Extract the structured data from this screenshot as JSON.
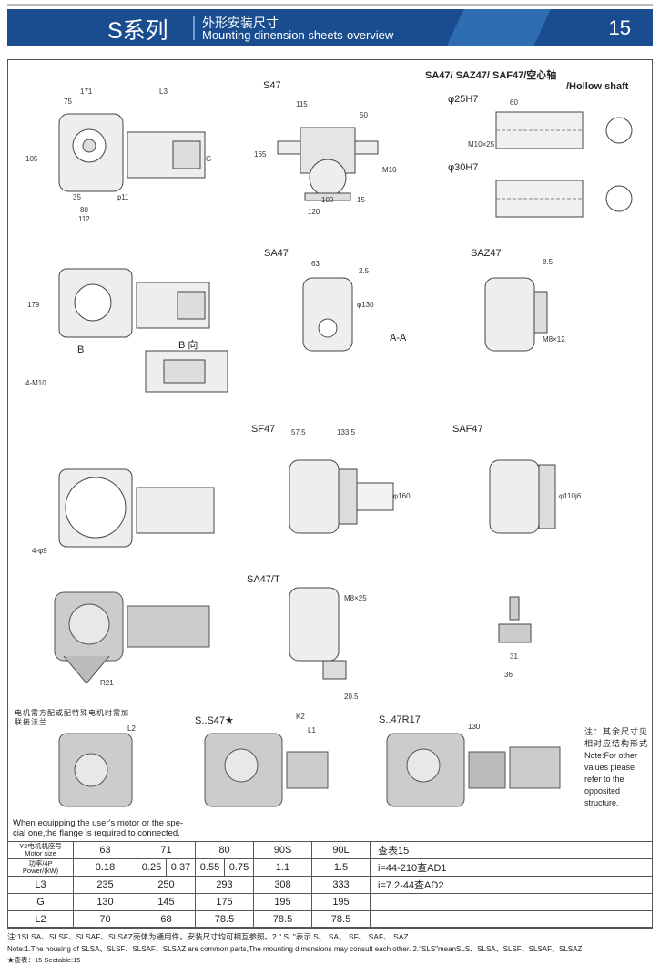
{
  "header": {
    "series": "S系列",
    "title_cn": "外形安装尺寸",
    "title_en": "Mounting dinension sheets-overview",
    "page": "15",
    "color": "#1a4d8f"
  },
  "drawings": {
    "s47": "S47",
    "hollow_title": "SA47/  SAZ47/  SAF47/空心轴",
    "hollow_sub": "/Hollow shaft",
    "d25": "φ25H7",
    "d30": "φ30H7",
    "sa47": "SA47",
    "saz47": "SAZ47",
    "sf47": "SF47",
    "saf47": "SAF47",
    "sa47t": "SA47/T",
    "s_s47": "S..S47★",
    "s_47r17": "S..47R17",
    "b_view": "B 向",
    "aa": "A-A",
    "b": "B"
  },
  "dims": {
    "d171": "171",
    "d75": "75",
    "l3": "L3",
    "g": "G",
    "d105": "105",
    "d80": "80",
    "d112": "112",
    "d35": "35",
    "d11": "φ11",
    "d115": "115",
    "d50": "50",
    "d165": "165",
    "d100": "100",
    "d120": "120",
    "d15": "15",
    "m10": "M10",
    "d60": "60",
    "m10x25": "M10×25",
    "d179": "179",
    "d130": "φ130",
    "d2_5": "2.5",
    "d63": "63",
    "d57_5": "57.5",
    "d133_5": "133.5",
    "d160": "φ160",
    "d110": "φ110j6",
    "d8_5": "8.5",
    "m8x12": "M8×12",
    "m8x25": "M8×25",
    "d20_5": "20.5",
    "r21": "R21",
    "k2": "K2",
    "l1": "L1",
    "l2": "L2",
    "d36": "36",
    "d31": "31",
    "d130b": "130",
    "d4m10": "4-M10",
    "d4_9": "4-φ9"
  },
  "notes": {
    "right_cn": "注：其余尺寸见相对应结构形式",
    "right_en": "Note:For other values please refer to the opposited structure.",
    "flange_cn": "电机需方配或配特殊电机时需加联接法兰",
    "flange_en_1": "When equipping the user's motor or the spe-",
    "flange_en_2": "cial one,the flange is required to connected."
  },
  "table": {
    "h_motor": "Y2电机机座号",
    "h_motor_en": "Motor size",
    "h_power": "功率/4P",
    "h_power_en": "Power/(kW)",
    "motor_sizes": [
      "63",
      "71",
      "80",
      "90S",
      "90L"
    ],
    "powers": [
      "0.18",
      "0.25",
      "0.37",
      "0.55",
      "0.75",
      "1.1",
      "1.5"
    ],
    "rows": [
      {
        "label": "L3",
        "values": [
          "235",
          "250",
          "293",
          "308",
          "333"
        ]
      },
      {
        "label": "G",
        "values": [
          "130",
          "145",
          "175",
          "195",
          "195"
        ]
      },
      {
        "label": "L2",
        "values": [
          "70",
          "68",
          "78.5",
          "78.5",
          "78.5"
        ]
      }
    ],
    "side": [
      "查表15",
      "i=44-210查AD1",
      "i=7.2-44查AD2"
    ]
  },
  "footnotes": {
    "cn": "注:1SLSA、SLSF、SLSAF、SLSAZ壳体为通用件，安装尺寸均可相互参照。2.\" S..\"表示  S、  SA、  SF、  SAF、  SAZ",
    "en": "Note:1.The housing of SLSA、SLSF、SLSAF、SLSAZ are common parts,The mounting dimensions may consult each other. 2.\"SLS\"meanSLS、SLSA、SLSF、SLSAF、SLSAZ",
    "star": "★查表：15  Seetable:15"
  }
}
